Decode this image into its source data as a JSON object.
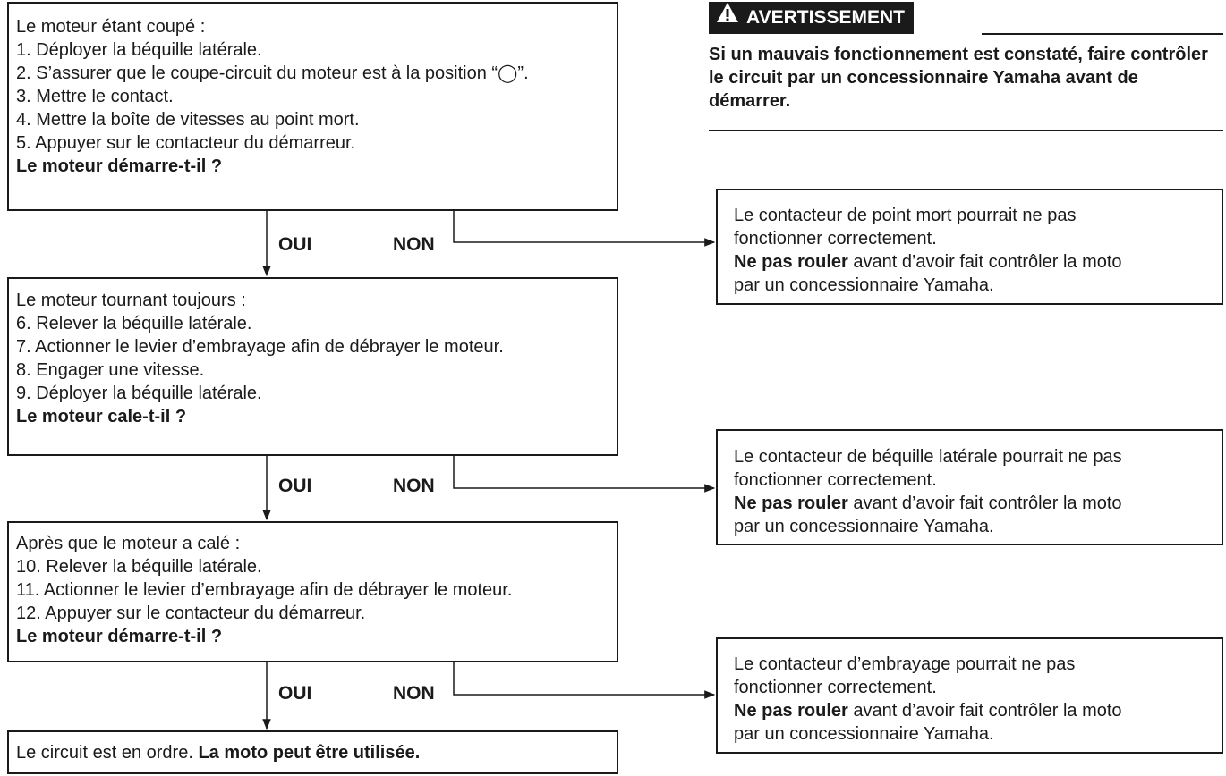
{
  "flow": {
    "box1": {
      "lines": [
        "Le moteur étant coupé :",
        "1. Déployer la béquille latérale.",
        "2. S’assurer que le coupe-circuit du moteur est à la position “◯”.",
        "3. Mettre le contact.",
        "4. Mettre la boîte de vitesses au point mort.",
        "5. Appuyer sur le contacteur du démarreur."
      ],
      "question": "Le moteur démarre-t-il ?"
    },
    "box2": {
      "lines": [
        "Le moteur tournant toujours :",
        "6. Relever la béquille latérale.",
        "7. Actionner le levier d’embrayage afin de débrayer le moteur.",
        "8. Engager une vitesse.",
        "9. Déployer la béquille latérale."
      ],
      "question": "Le moteur cale-t-il ?"
    },
    "box3": {
      "lines": [
        "Après que le moteur a calé :",
        "10. Relever la béquille latérale.",
        "11. Actionner le levier d’embrayage afin de débrayer le moteur.",
        "12. Appuyer sur le contacteur du démarreur."
      ],
      "question": "Le moteur démarre-t-il ?"
    },
    "final": {
      "text": "Le circuit est en ordre. ",
      "bold": "La moto peut être utilisée."
    },
    "yes_label": "OUI",
    "no_label": "NON"
  },
  "outcomes": [
    {
      "lines": [
        "Le contacteur de point mort pourrait ne pas",
        "fonctionner correctement."
      ],
      "bold": "Ne pas rouler",
      "rest": " avant d’avoir fait contrôler la moto",
      "last": "par un concessionnaire Yamaha."
    },
    {
      "lines": [
        "Le contacteur de béquille latérale pourrait ne pas",
        "fonctionner correctement."
      ],
      "bold": "Ne pas rouler",
      "rest": " avant d’avoir fait contrôler la moto",
      "last": "par un concessionnaire Yamaha."
    },
    {
      "lines": [
        "Le contacteur d’embrayage pourrait ne pas",
        "fonctionner correctement."
      ],
      "bold": "Ne pas rouler",
      "rest": " avant d’avoir fait contrôler la moto",
      "last": "par un concessionnaire Yamaha."
    }
  ],
  "warning": {
    "icon": "warning-triangle-icon",
    "title": "AVERTISSEMENT",
    "text": "Si un mauvais fonctionnement est constaté, faire contrôler le circuit par un concessionnaire Yamaha avant de démarrer."
  }
}
